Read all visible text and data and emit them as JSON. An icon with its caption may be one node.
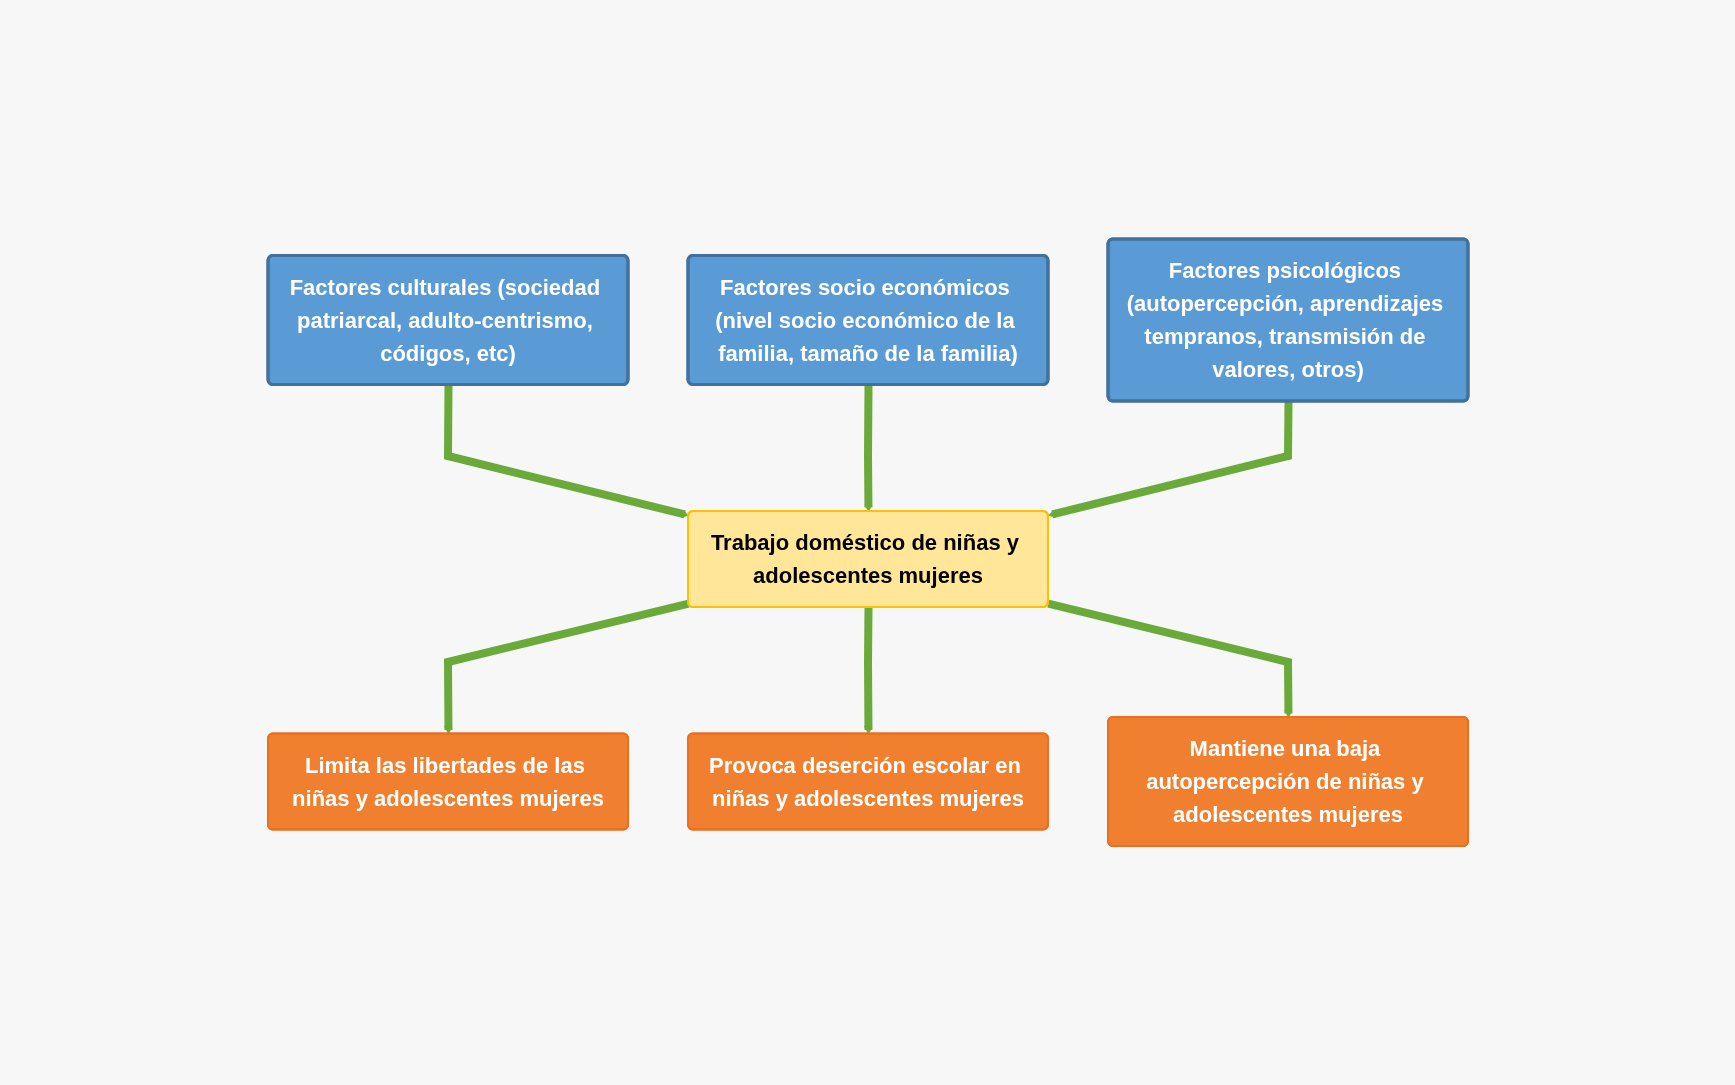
{
  "diagram": {
    "nodes": [
      {
        "text": [
          "Factores culturales (sociedad patriarcal, adulto-centrismo, códigos, etc)"
        ]
      },
      {
        "text": [
          "Factores socio económicos (nivel socio económico de la familia, tamaño de la familia)"
        ]
      },
      {
        "text": [
          "Factores psicológicos (autopercepción, aprendizajes tempranos, transmisión de valores, otros)"
        ]
      },
      {
        "text": [
          "Trabajo doméstico de niñas y adolescentes mujeres"
        ]
      },
      {
        "text": [
          "Limita las libertades de las niñas y adolescentes mujeres"
        ]
      },
      {
        "text": [
          "Provoca deserción escolar en niñas y adolescentes mujeres"
        ]
      },
      {
        "text": [
          "Mantiene una baja autopercepción de niñas y adolescentes mujeres"
        ]
      }
    ],
    "edges": [
      {
        "from": 0,
        "to": 3,
        "arrow": "to"
      },
      {
        "from": 1,
        "to": 3,
        "arrow": "to"
      },
      {
        "from": 2,
        "to": 3,
        "arrow": "to"
      },
      {
        "from": 3,
        "to": 4,
        "arrow": "to"
      },
      {
        "from": 3,
        "to": 5,
        "arrow": "to"
      },
      {
        "from": 3,
        "to": 6,
        "arrow": "to"
      }
    ]
  }
}
